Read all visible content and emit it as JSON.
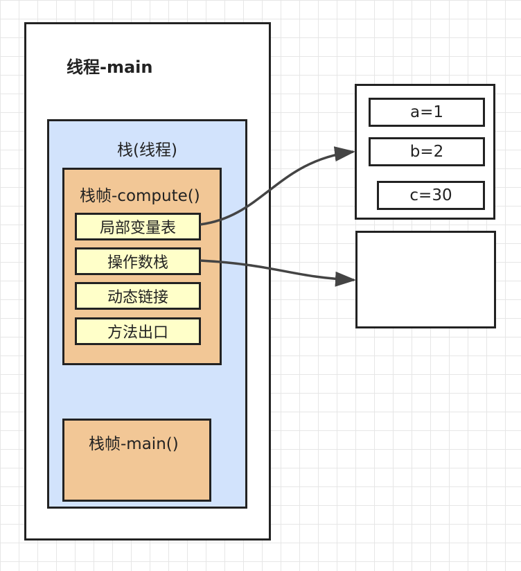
{
  "thread": {
    "title": "线程-main"
  },
  "stack": {
    "title": "栈(线程)"
  },
  "frame_compute": {
    "title": "栈帧-compute()",
    "slots": [
      "局部变量表",
      "操作数栈",
      "动态链接",
      "方法出口"
    ]
  },
  "frame_main": {
    "title": "栈帧-main()"
  },
  "local_vars": [
    "a=1",
    "b=2",
    "c=30"
  ],
  "colors": {
    "stack_fill": "#d2e3fc",
    "frame_fill": "#f2c796",
    "slot_fill": "#ffffc9",
    "line": "#222222",
    "arrow": "#444444"
  }
}
